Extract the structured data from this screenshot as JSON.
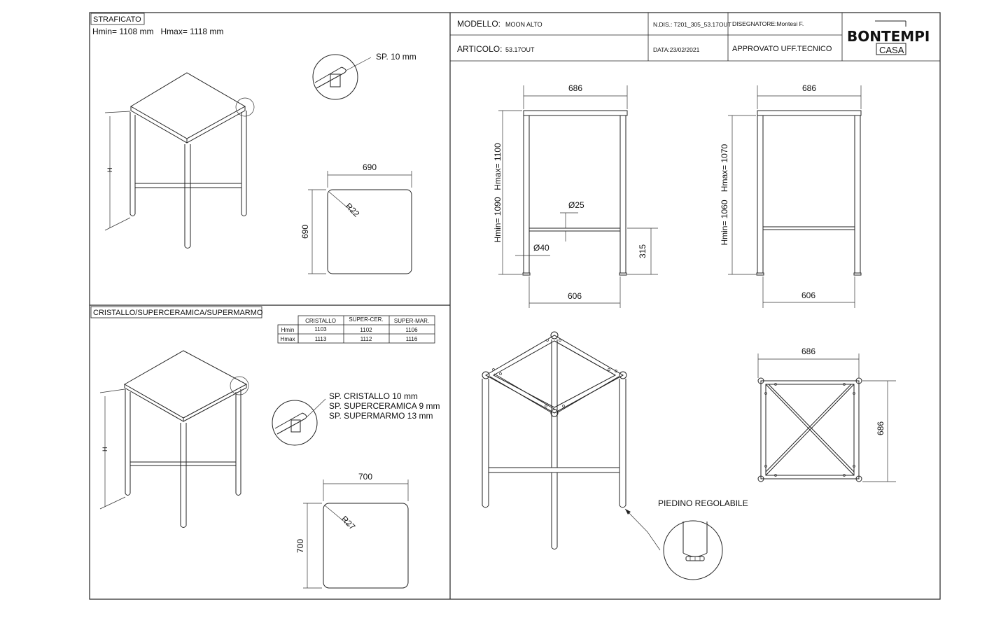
{
  "title_block": {
    "modello_label": "MODELLO:",
    "modello_value": "MOON ALTO",
    "articolo_label": "ARTICOLO:",
    "articolo_value": "53.17OUT",
    "ndis": "N.DIS.: T201_305_53.17OUT",
    "disegnatore": "DISEGNATORE:Montesi F.",
    "data": "DATA:23/02/2021",
    "approvato": "APPROVATO UFF.TECNICO",
    "brand_main": "BONTEMPI",
    "brand_sub": "CASA"
  },
  "colors": {
    "line": "#222222",
    "background": "#ffffff"
  },
  "stratificato": {
    "header": "STRAFICATO",
    "heights": "Hmin= 1108 mm   Hmax= 1118 mm",
    "h_label": "H",
    "thickness": "SP. 10 mm",
    "top_width": "690",
    "top_depth": "690",
    "radius": "R22"
  },
  "cristallo": {
    "header": "CRISTALLO/SUPERCERAMICA/SUPERMARMO",
    "h_label": "H",
    "table": {
      "columns": [
        "CRISTALLO",
        "SUPER-CER.",
        "SUPER-MAR."
      ],
      "rows": [
        {
          "label": "Hmin",
          "values": [
            "1103",
            "1102",
            "1106"
          ]
        },
        {
          "label": "Hmax",
          "values": [
            "1113",
            "1112",
            "1116"
          ]
        }
      ]
    },
    "thickness_lines": [
      "SP. CRISTALLO 10 mm",
      "SP. SUPERCERAMICA 9 mm",
      "SP. SUPERMARMO 13 mm"
    ],
    "top_width": "700",
    "top_depth": "700",
    "radius": "R27"
  },
  "views": {
    "front": {
      "width_top": "686",
      "width_bottom": "606",
      "hmax": "Hmax= 1100",
      "hmin": "Hmin= 1090",
      "dia_bar": "Ø25",
      "dia_leg": "Ø40",
      "bar_height": "315"
    },
    "side": {
      "width_top": "686",
      "width_bottom": "606",
      "hmax": "Hmax= 1070",
      "hmin": "Hmin= 1060"
    },
    "plan": {
      "width": "686",
      "depth": "686"
    },
    "foot_label": "PIEDINO REGOLABILE"
  }
}
